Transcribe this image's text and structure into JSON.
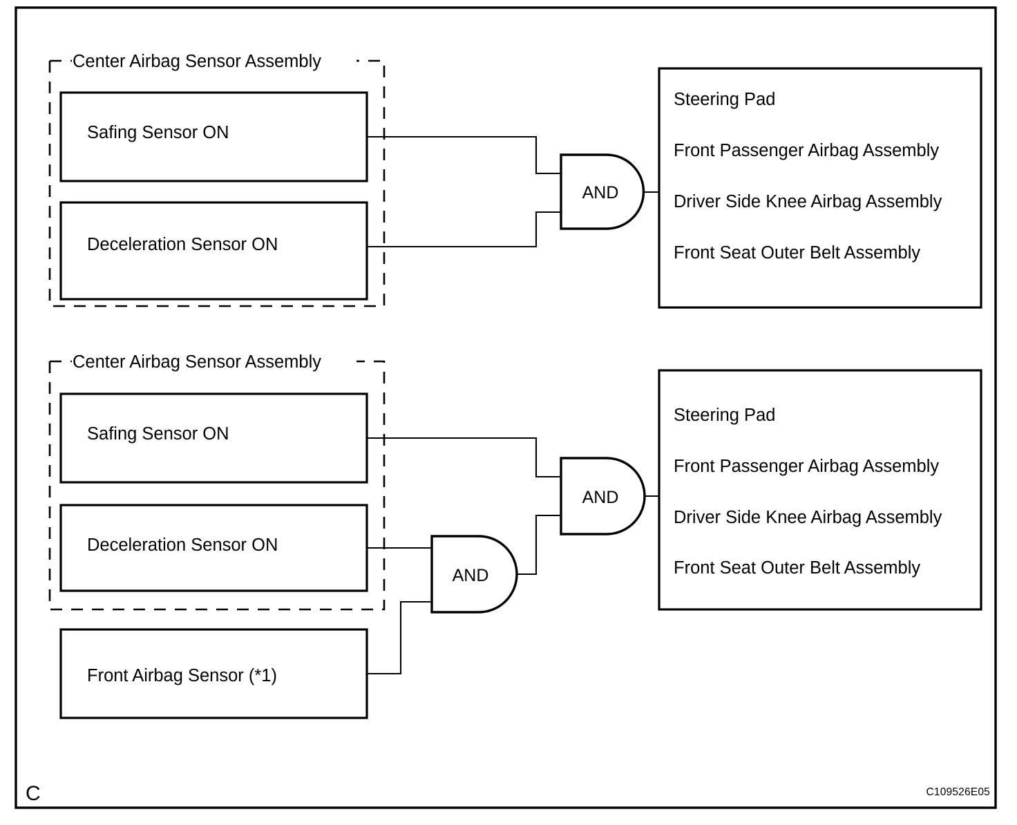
{
  "page": {
    "corner_label": "C",
    "figure_code": "C109526E05",
    "background_color": "#ffffff",
    "line_color": "#000000"
  },
  "sections": [
    {
      "id": "section-1",
      "group_label": "Center Airbag Sensor Assembly",
      "inputs": [
        {
          "label": "Safing Sensor ON"
        },
        {
          "label": "Deceleration Sensor ON"
        }
      ],
      "gates": [
        {
          "id": "gate-1",
          "label": "AND"
        }
      ],
      "output_box": {
        "items": [
          "Steering Pad",
          "Front Passenger Airbag Assembly",
          "Driver Side Knee Airbag Assembly",
          "Front Seat Outer Belt Assembly"
        ]
      }
    },
    {
      "id": "section-2",
      "group_label": "Center Airbag Sensor Assembly",
      "inputs": [
        {
          "label": "Safing Sensor ON"
        },
        {
          "label": "Deceleration Sensor ON"
        }
      ],
      "external_inputs": [
        {
          "label": "Front Airbag Sensor (*1)"
        }
      ],
      "gates": [
        {
          "id": "gate-2a",
          "label": "AND"
        },
        {
          "id": "gate-2b",
          "label": "AND"
        }
      ],
      "output_box": {
        "items": [
          "Steering Pad",
          "Front Passenger Airbag Assembly",
          "Driver Side Knee Airbag Assembly",
          "Front Seat Outer Belt Assembly"
        ]
      }
    }
  ]
}
